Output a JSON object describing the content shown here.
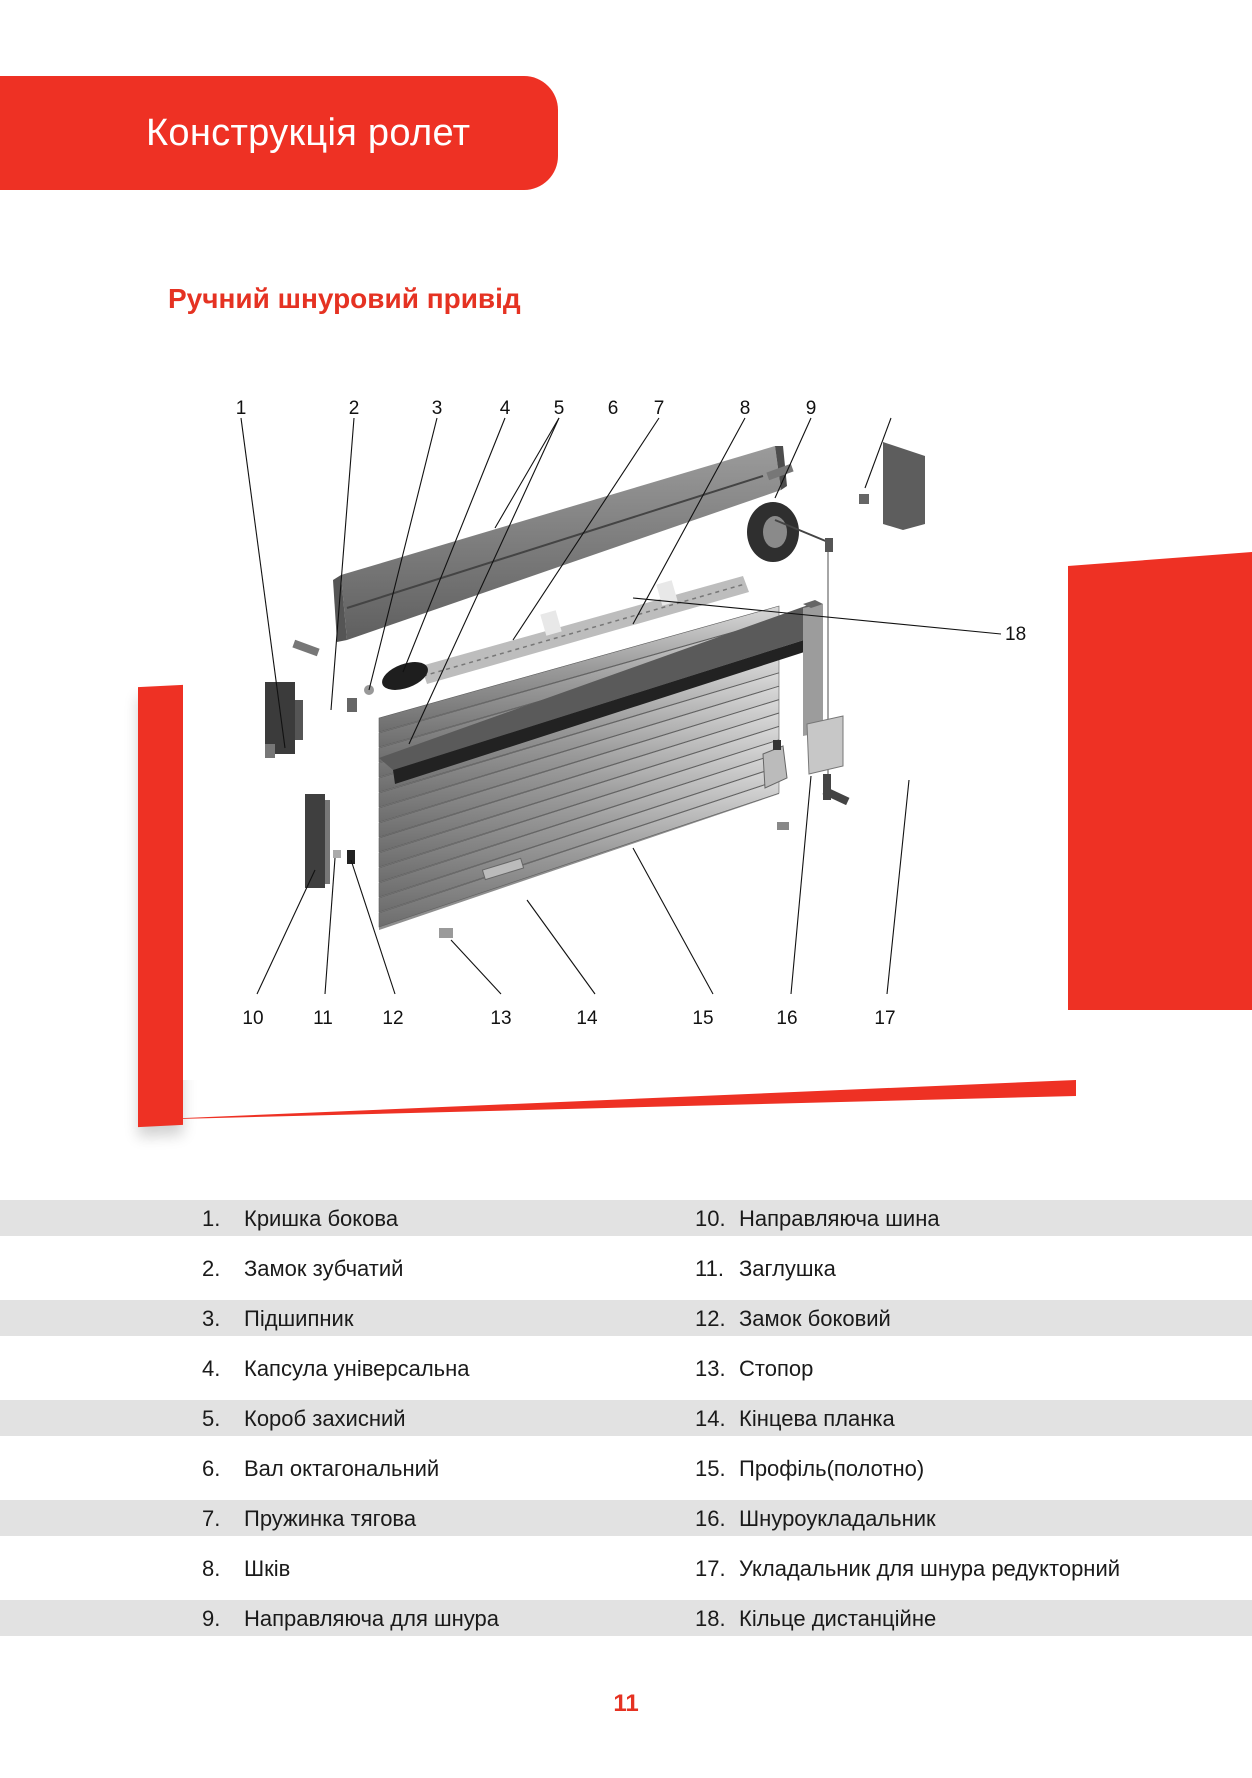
{
  "header": {
    "title": "Конструкція ролет"
  },
  "section": {
    "title": "Ручний шнуровий привід"
  },
  "diagram": {
    "top_labels": [
      "1",
      "2",
      "3",
      "4",
      "5",
      "6",
      "7",
      "8",
      "9"
    ],
    "side_label": "18",
    "bottom_labels": [
      "10",
      "11",
      "12",
      "13",
      "14",
      "15",
      "16",
      "17"
    ]
  },
  "legend": {
    "left": [
      {
        "num": "1.",
        "text": "Кришка бокова"
      },
      {
        "num": "2.",
        "text": "Замок зубчатий"
      },
      {
        "num": "3.",
        "text": "Підшипник"
      },
      {
        "num": "4.",
        "text": "Капсула універсальна"
      },
      {
        "num": "5.",
        "text": "Короб захисний"
      },
      {
        "num": "6.",
        "text": "Вал октагональний"
      },
      {
        "num": "7.",
        "text": "Пружинка тягова"
      },
      {
        "num": "8.",
        "text": "Шків"
      },
      {
        "num": "9.",
        "text": "Направляюча для шнура"
      }
    ],
    "right": [
      {
        "num": "10.",
        "text": "Направляюча шина"
      },
      {
        "num": "11.",
        "text": "Заглушка"
      },
      {
        "num": "12.",
        "text": "Замок боковий"
      },
      {
        "num": "13.",
        "text": "Стопор"
      },
      {
        "num": "14.",
        "text": "Кінцева планка"
      },
      {
        "num": "15.",
        "text": "Профіль(полотно)"
      },
      {
        "num": "16.",
        "text": "Шнуроукладальник"
      },
      {
        "num": "17.",
        "text": "Укладальник для шнура редукторний"
      },
      {
        "num": "18.",
        "text": "Кільце дистанційне"
      }
    ]
  },
  "page": {
    "number": "11"
  },
  "colors": {
    "accent": "#ee3124",
    "row_shade": "#e2e2e2"
  }
}
